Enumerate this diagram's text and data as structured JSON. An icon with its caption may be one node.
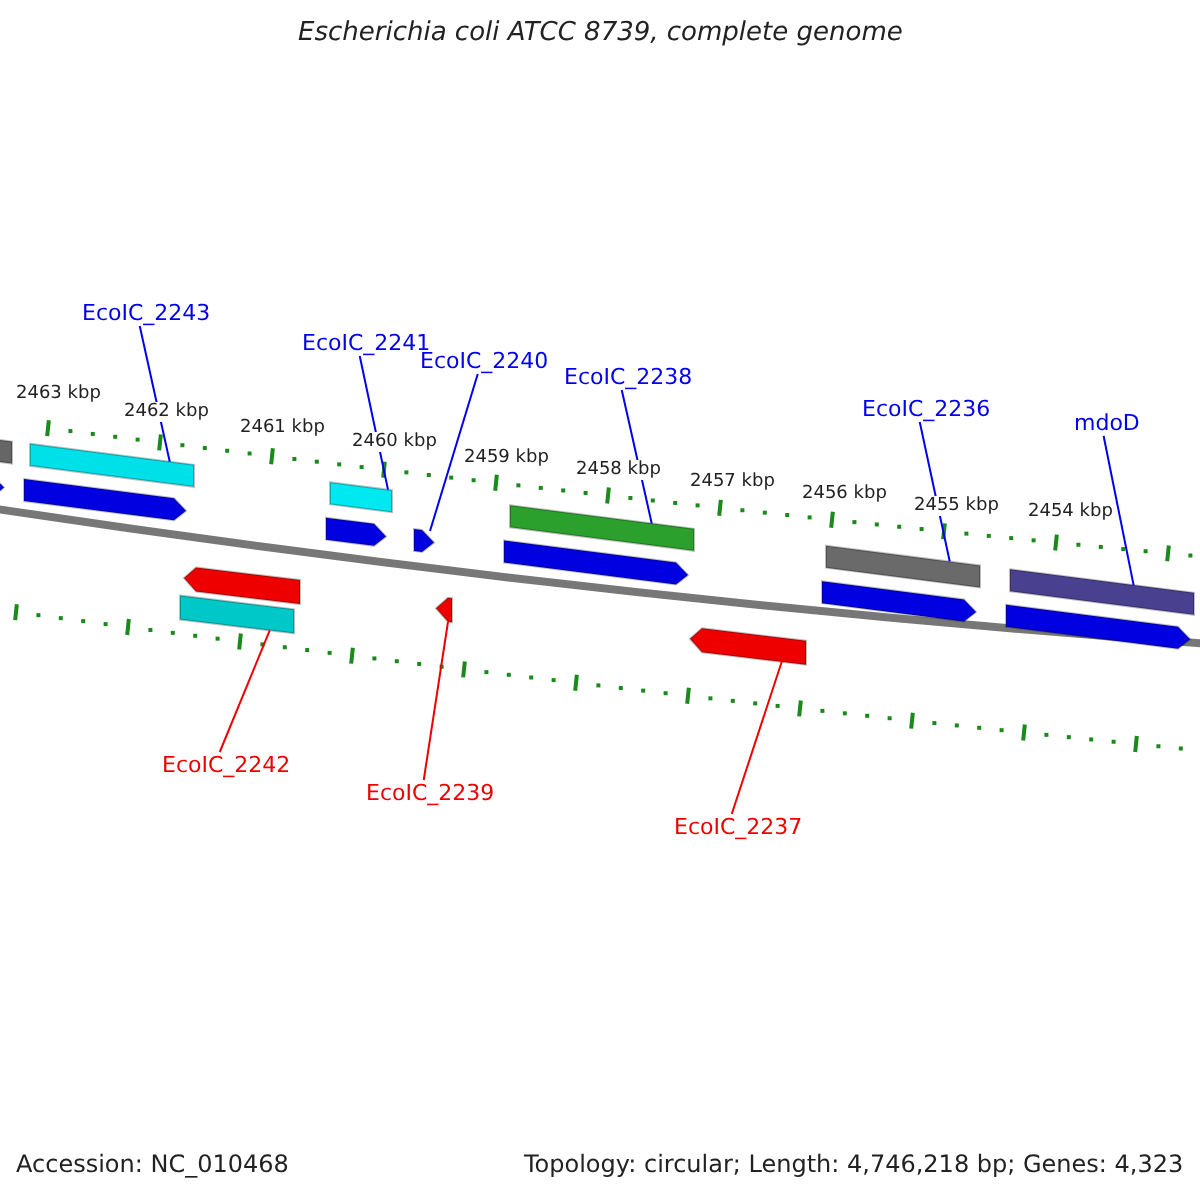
{
  "diagram": {
    "title": "Escherichia coli ATCC 8739, complete genome",
    "nodes": [
      {
        "text": [
          "EcoIC_2243"
        ]
      },
      {
        "text": [],
        "shape": "bar"
      },
      {
        "text": [
          "EcoIC_2241"
        ]
      },
      {
        "text": [],
        "shape": "bar"
      },
      {
        "text": [
          "EcoIC_2240"
        ]
      },
      {
        "text": [],
        "shape": "pentagon"
      },
      {
        "text": [
          "EcoIC_2238"
        ]
      },
      {
        "text": [],
        "shape": "bar"
      },
      {
        "text": [
          "EcoIC_2236"
        ]
      },
      {
        "text": [],
        "shape": "bar"
      },
      {
        "text": [
          "mdoD"
        ]
      },
      {
        "text": [],
        "shape": "bar"
      },
      {
        "text": [
          "EcoIC_2242"
        ]
      },
      {
        "text": [],
        "shape": "bar"
      },
      {
        "text": [
          "EcoIC_2239"
        ]
      },
      {
        "text": [],
        "shape": "pentagon"
      },
      {
        "text": [
          "EcoIC_2237"
        ]
      },
      {
        "text": [],
        "shape": "pentagon"
      },
      {
        "text": [],
        "shape": "bar"
      },
      {
        "text": [],
        "shape": "pentagon"
      },
      {
        "text": [],
        "shape": "pentagon"
      },
      {
        "text": [],
        "shape": "pentagon"
      },
      {
        "text": [],
        "shape": "pentagon"
      },
      {
        "text": [],
        "shape": "pentagon"
      },
      {
        "text": [],
        "shape": "pentagon"
      },
      {
        "text": [],
        "shape": "pentagon"
      }
    ],
    "edges": [
      {
        "from": 0,
        "to": 1,
        "arrow": "none"
      },
      {
        "from": 2,
        "to": 3,
        "arrow": "none"
      },
      {
        "from": 4,
        "to": 5,
        "arrow": "none"
      },
      {
        "from": 6,
        "to": 7,
        "arrow": "none"
      },
      {
        "from": 8,
        "to": 9,
        "arrow": "none"
      },
      {
        "from": 10,
        "to": 11,
        "arrow": "none"
      },
      {
        "from": 12,
        "to": 13,
        "arrow": "none",
        "color": "#ee0000"
      },
      {
        "from": 14,
        "to": 15,
        "arrow": "none",
        "color": "#ee0000"
      },
      {
        "from": 16,
        "to": 17,
        "arrow": "none",
        "color": "#ee0000"
      }
    ],
    "labels": [
      "2463 kbp",
      "2462 kbp",
      "2461 kbp",
      "2460 kbp",
      "2459 kbp",
      "2458 kbp",
      "2457 kbp",
      "2456 kbp",
      "2455 kbp",
      "2454 kbp",
      "Accession: NC_010468",
      "Topology: circular; Length: 4,746,218 bp; Genes: 4,323"
    ]
  }
}
